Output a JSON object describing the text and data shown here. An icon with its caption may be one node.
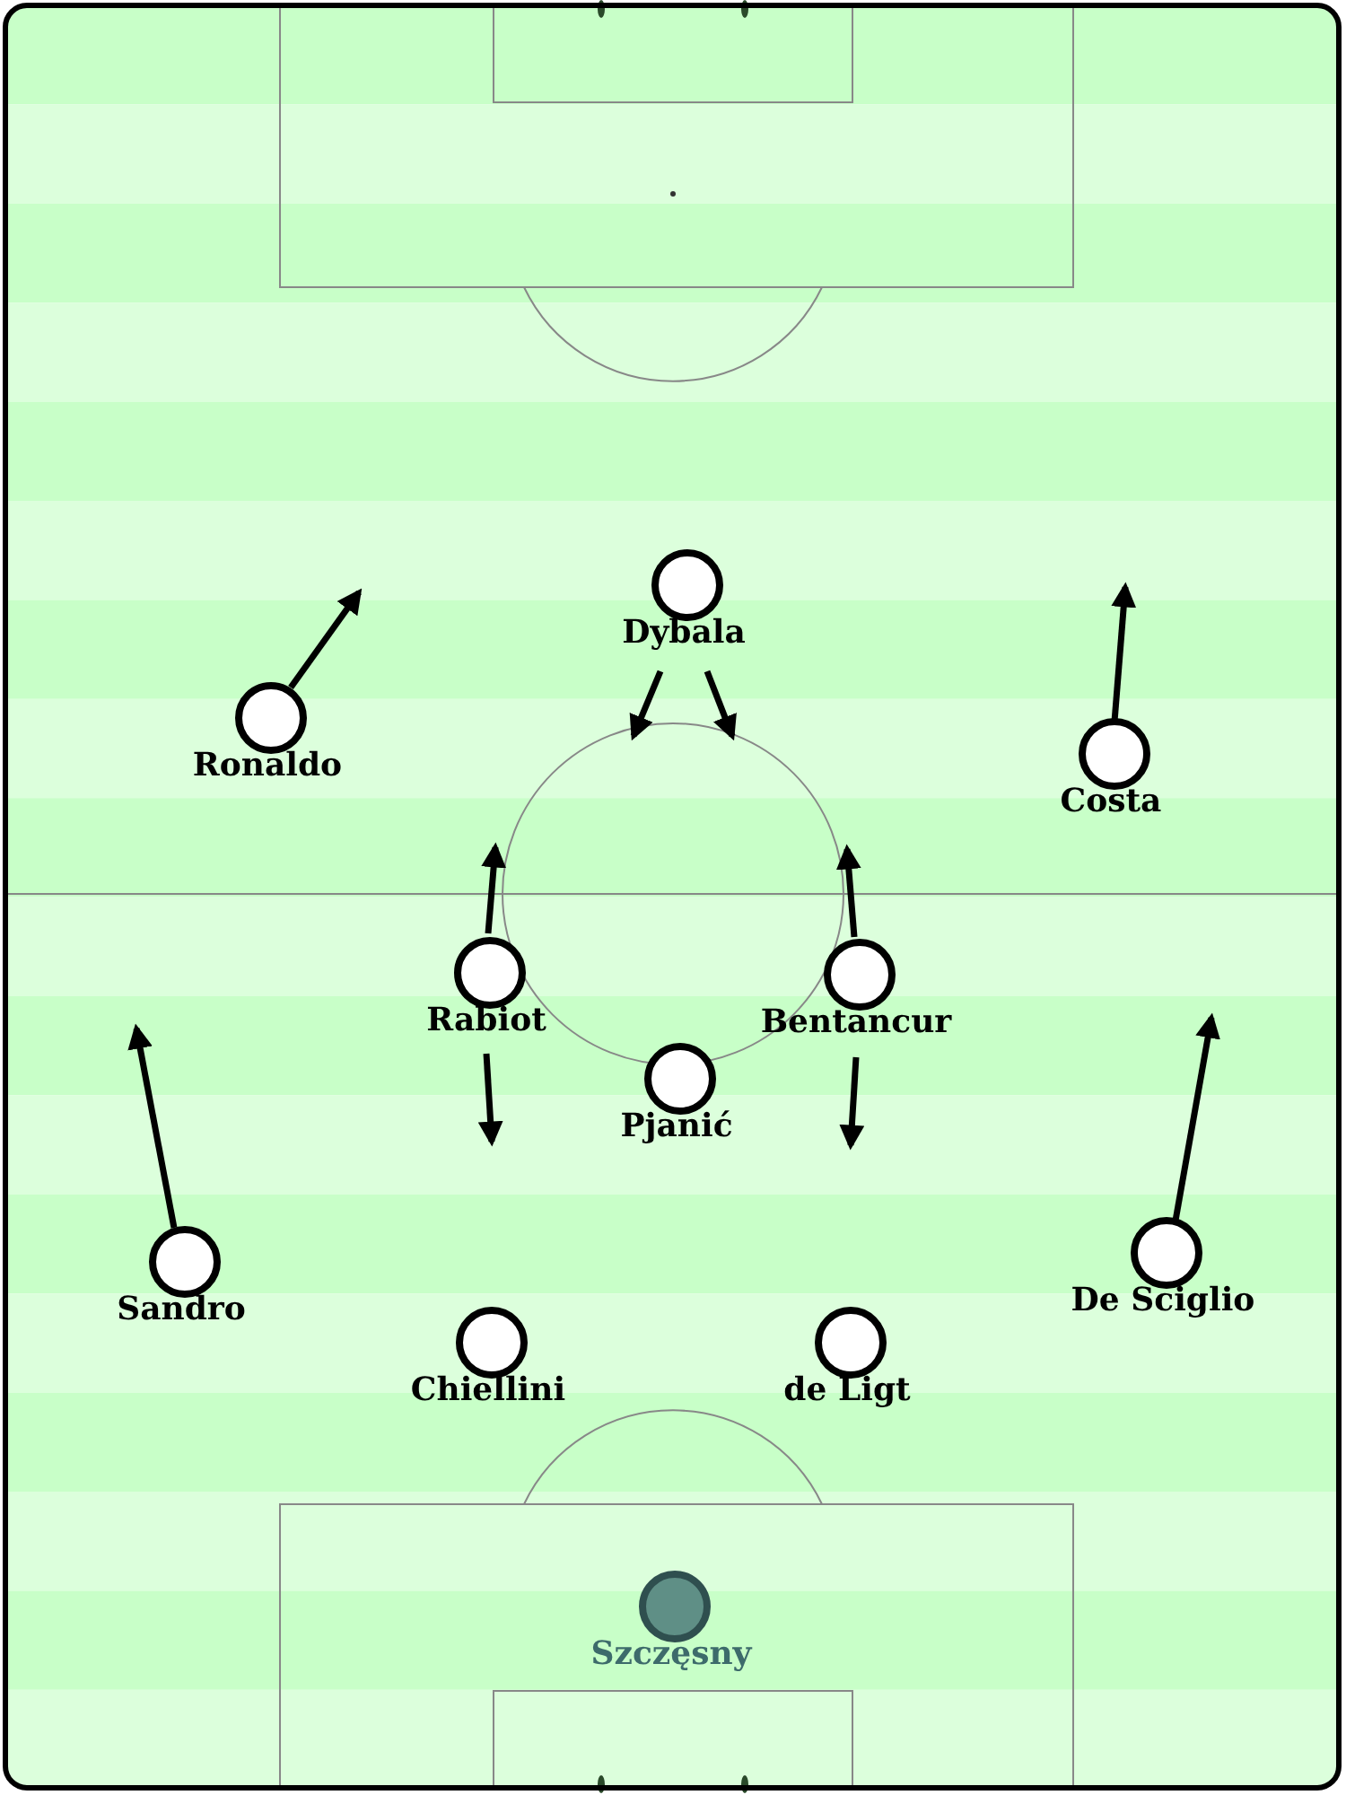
{
  "diagram": {
    "nodes": [
      {
        "text": [
          "Dybala"
        ]
      },
      {
        "text": [
          "Ronaldo"
        ]
      },
      {
        "text": [
          "Costa"
        ]
      },
      {
        "text": [
          "Rabiot"
        ]
      },
      {
        "text": [
          "Bentancur"
        ]
      },
      {
        "text": [
          "Pjanić"
        ]
      },
      {
        "text": [
          "Sandro"
        ]
      },
      {
        "text": [
          "De Sciglio"
        ]
      },
      {
        "text": [
          "Chiellini"
        ]
      },
      {
        "text": [
          "de Ligt"
        ]
      },
      {
        "text": [
          "Szczęsny"
        ]
      }
    ],
    "edges": [
      {
        "from": 1,
        "to": null,
        "arrow": "to"
      },
      {
        "from": 0,
        "to": null,
        "arrow": "to"
      },
      {
        "from": 0,
        "to": null,
        "arrow": "to"
      },
      {
        "from": 2,
        "to": null,
        "arrow": "to"
      },
      {
        "from": 3,
        "to": null,
        "arrow": "to"
      },
      {
        "from": 4,
        "to": null,
        "arrow": "to"
      },
      {
        "from": 3,
        "to": null,
        "arrow": "to"
      },
      {
        "from": 4,
        "to": null,
        "arrow": "to"
      },
      {
        "from": 6,
        "to": null,
        "arrow": "to"
      },
      {
        "from": 7,
        "to": null,
        "arrow": "to"
      }
    ]
  }
}
